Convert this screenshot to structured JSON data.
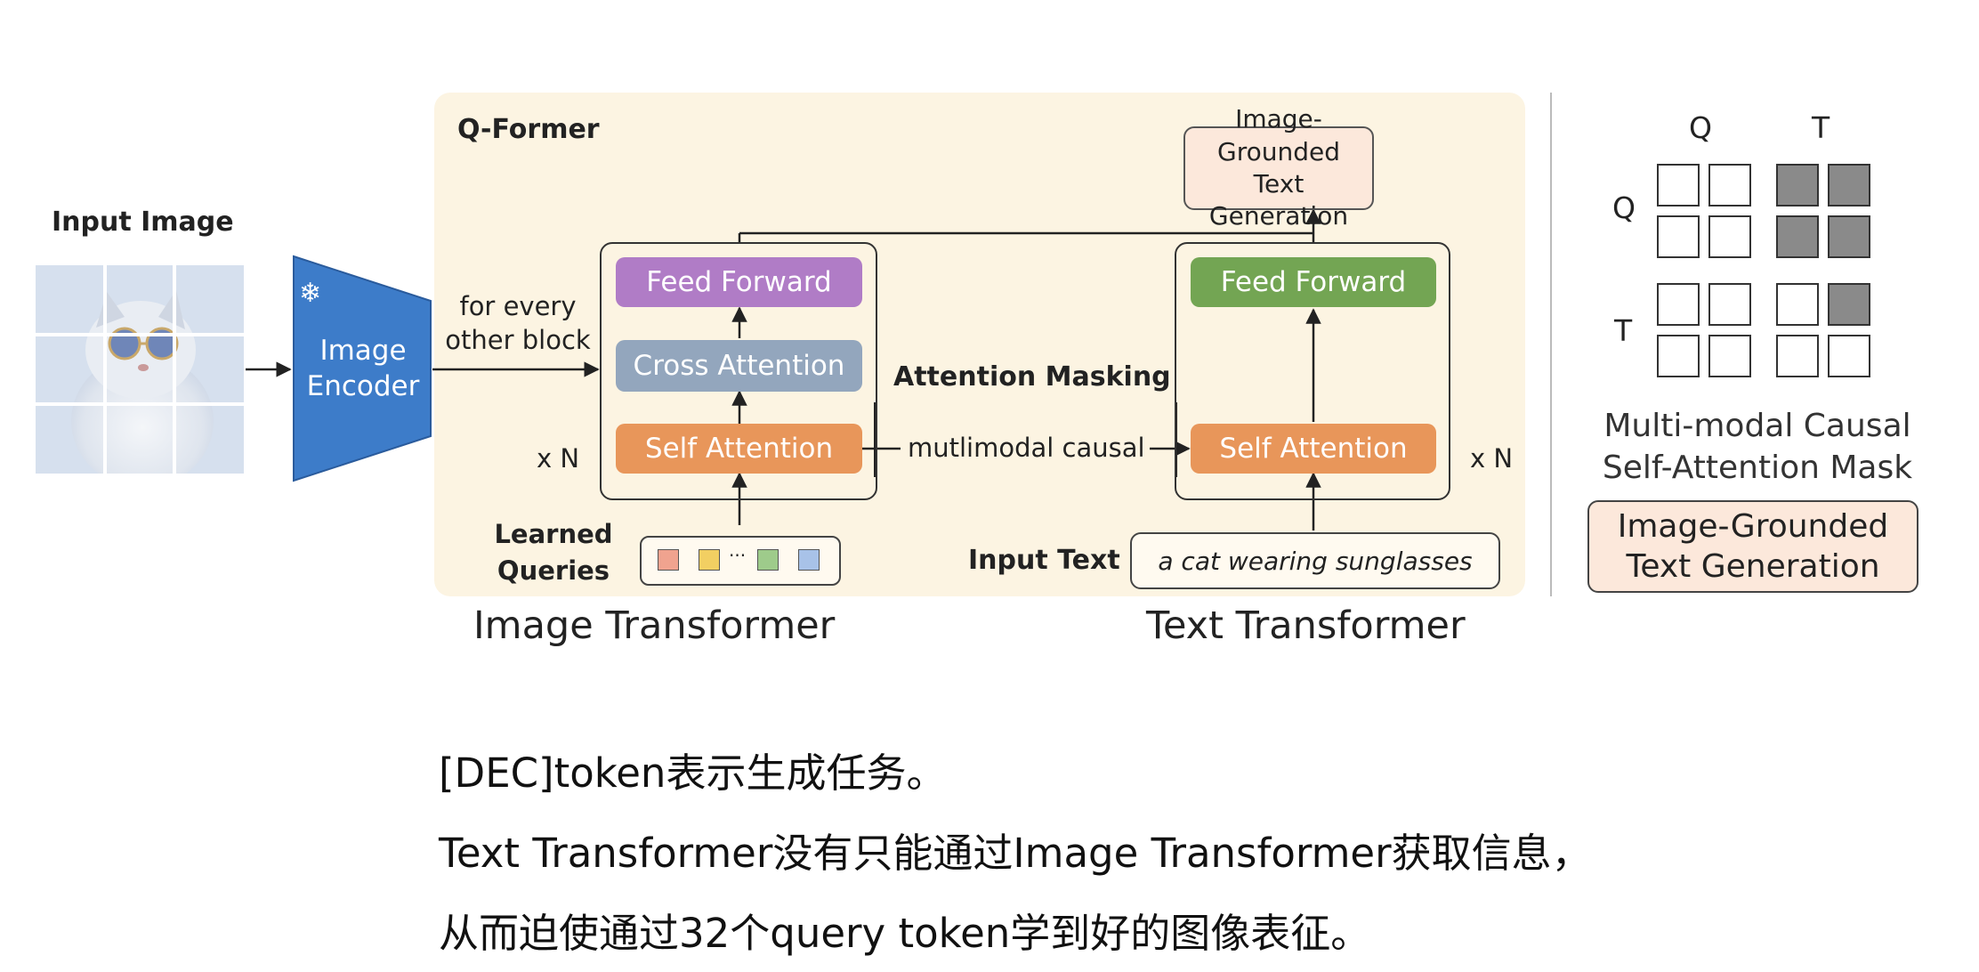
{
  "input_image": {
    "label": "Input Image"
  },
  "encoder": {
    "line1": "Image",
    "line2": "Encoder"
  },
  "connector": {
    "line1": "for every",
    "line2": "other block"
  },
  "qformer": {
    "title": "Q-Former",
    "image_side": {
      "feed_forward": "Feed Forward",
      "cross_attention": "Cross Attention",
      "self_attention": "Self Attention",
      "repeat": "x N",
      "queries_line1": "Learned",
      "queries_line2": "Queries",
      "query_colors": [
        "#f0a38f",
        "#f2cf62",
        "#9ecb8b",
        "#a8c2e8"
      ],
      "ellipsis": "···"
    },
    "masking_label": "Attention Masking",
    "mask_type": "mutlimodal causal",
    "text_side": {
      "feed_forward": "Feed Forward",
      "self_attention": "Self Attention",
      "repeat": "x N",
      "input_label": "Input Text",
      "input_value": "a cat wearing sunglasses"
    },
    "output_line1": "Image-Grounded",
    "output_line2": "Text Generation"
  },
  "captions": {
    "image_transformer": "Image Transformer",
    "text_transformer": "Text Transformer"
  },
  "mask_panel": {
    "col_q": "Q",
    "col_t": "T",
    "row_q": "Q",
    "row_t": "T",
    "caption_line1": "Multi-modal Causal",
    "caption_line2": "Self-Attention Mask",
    "task_line1": "Image-Grounded",
    "task_line2": "Text Generation"
  },
  "notes": [
    "[DEC]token表示生成任务。",
    "Text Transformer没有只能通过Image Transformer获取信息，",
    "从而迫使通过32个query token学到好的图像表征。"
  ],
  "colors": {
    "panel": "#fcf4e2",
    "encoder": "#3d7cc9",
    "feed_forward_image": "#b07cc6",
    "feed_forward_text": "#73a553",
    "cross_attention": "#93a6bd",
    "self_attention": "#e8965a",
    "output_box": "#fce8db",
    "mask_filled": "#8a8a8a"
  }
}
